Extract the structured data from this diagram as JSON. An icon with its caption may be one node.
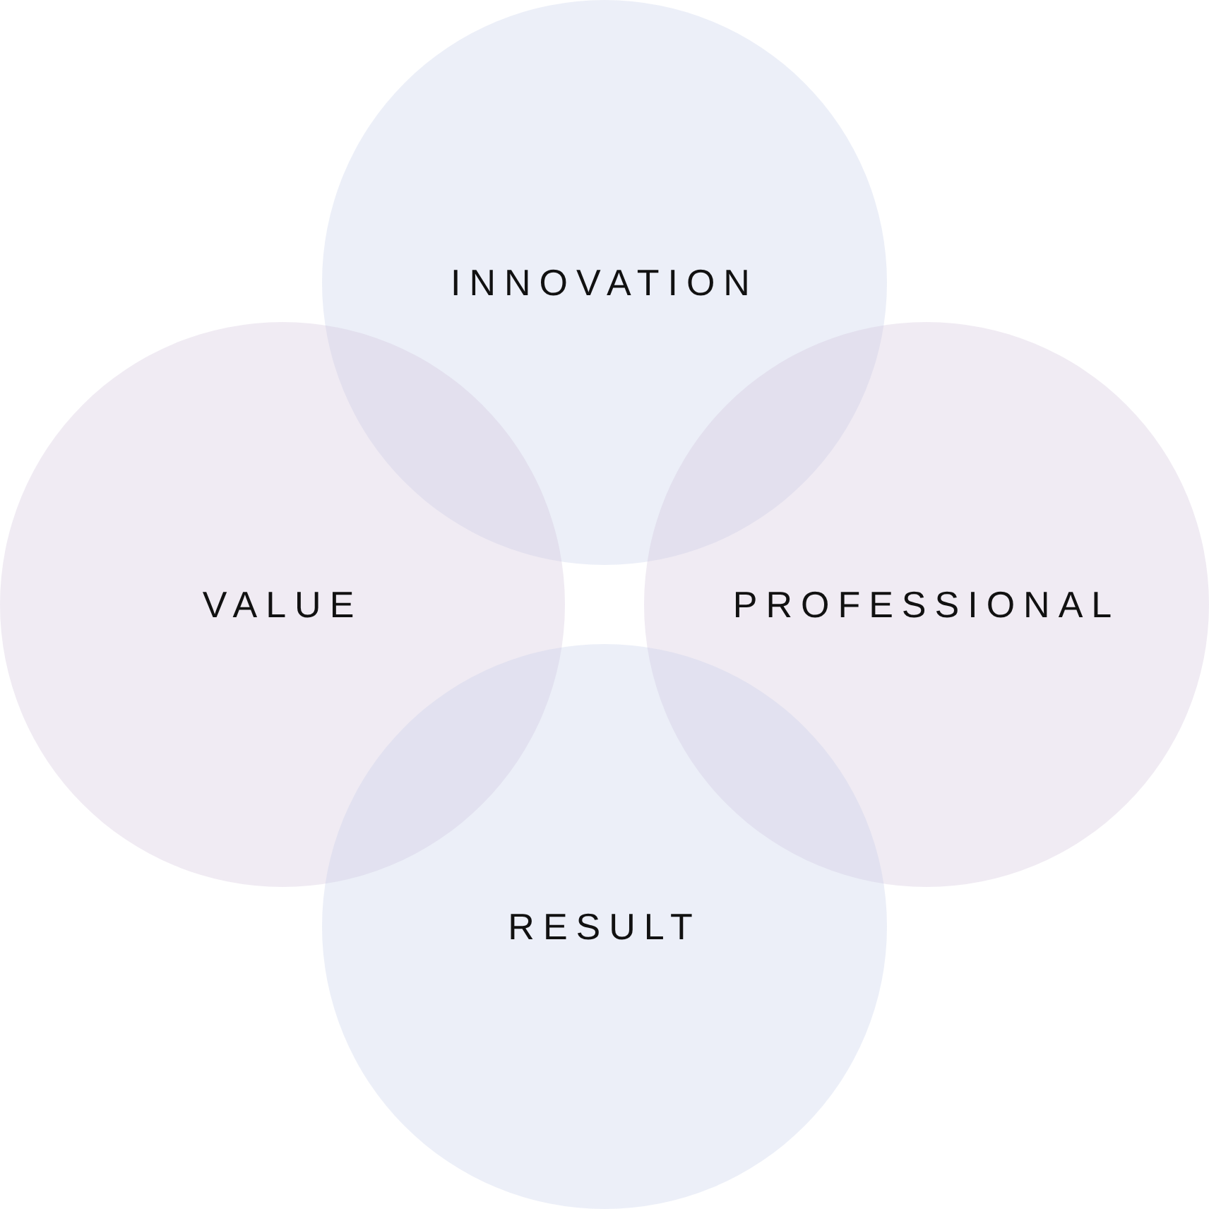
{
  "diagram": {
    "nodes": [
      {
        "text": [
          "INNOVATION"
        ]
      },
      {
        "text": [
          "VALUE"
        ]
      },
      {
        "text": [
          "PROFESSIONAL"
        ]
      },
      {
        "text": [
          "RESULT"
        ]
      }
    ],
    "edges": []
  }
}
